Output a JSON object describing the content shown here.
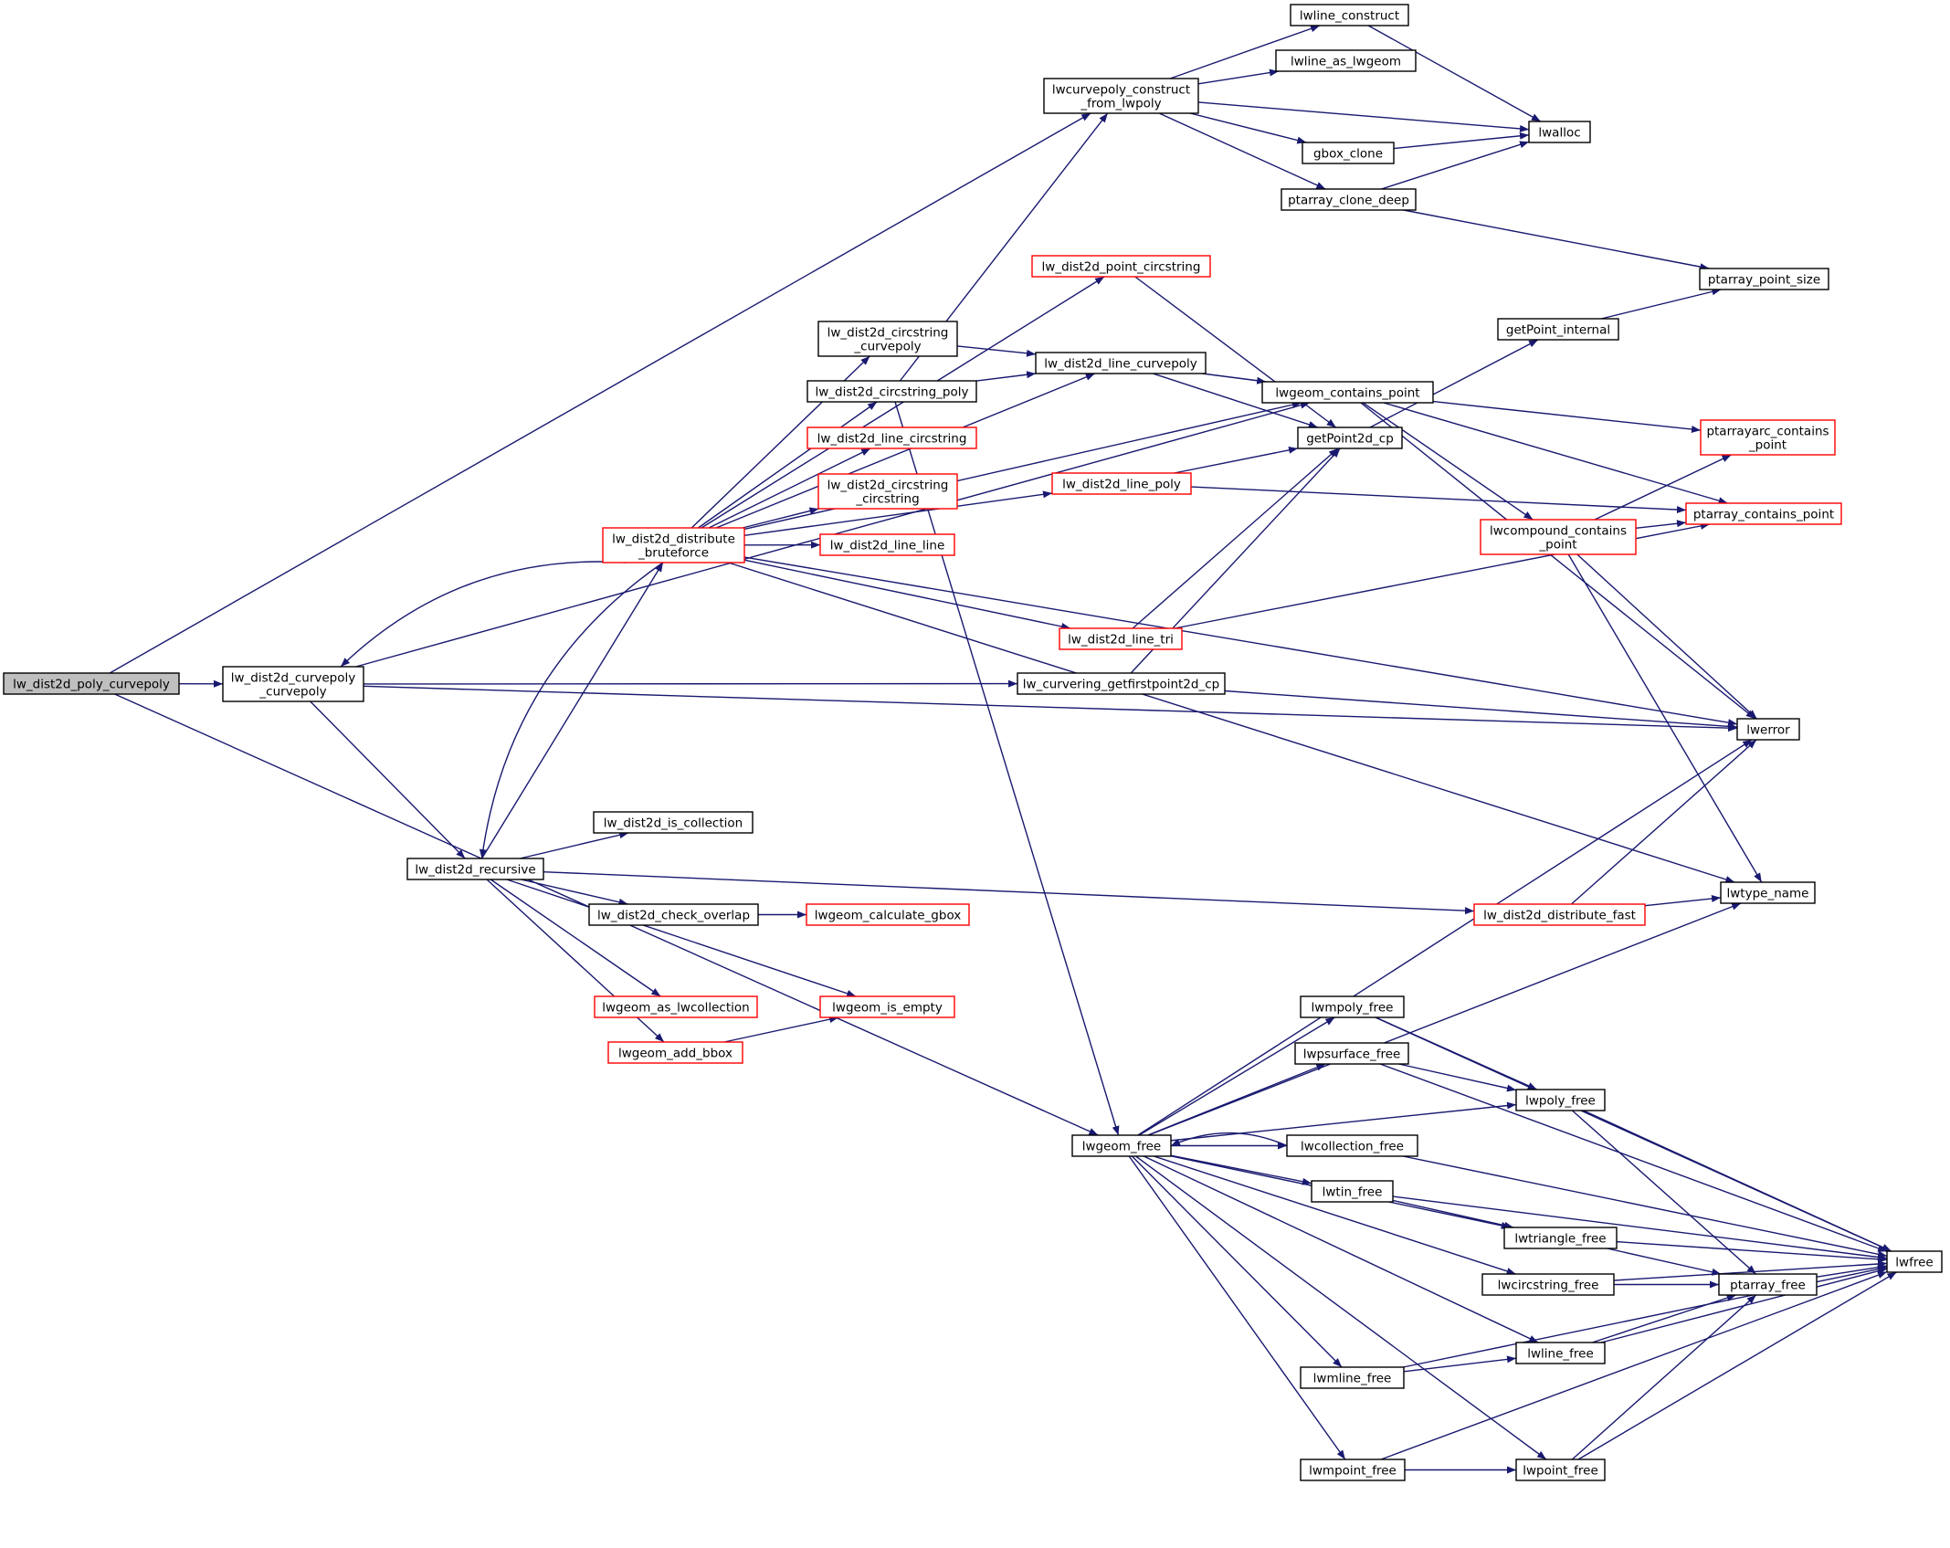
{
  "colors": {
    "edge": "#191970",
    "node_border_normal": "#000000",
    "node_border_truncated": "#ff0000",
    "node_fill_root": "#bfbfbf",
    "node_fill": "#ffffff"
  },
  "nodes": [
    {
      "id": "lw_dist2d_poly_curvepoly",
      "lines": [
        "lw_dist2d_poly_curvepoly"
      ],
      "kind": "root"
    },
    {
      "id": "lw_dist2d_curvepoly_curvepoly",
      "lines": [
        "lw_dist2d_curvepoly",
        "_curvepoly"
      ],
      "kind": "normal"
    },
    {
      "id": "lwcurvepoly_construct_from_lwpoly",
      "lines": [
        "lwcurvepoly_construct",
        "_from_lwpoly"
      ],
      "kind": "normal"
    },
    {
      "id": "lwline_construct",
      "lines": [
        "lwline_construct"
      ],
      "kind": "normal"
    },
    {
      "id": "lwline_as_lwgeom",
      "lines": [
        "lwline_as_lwgeom"
      ],
      "kind": "normal"
    },
    {
      "id": "lwalloc",
      "lines": [
        "lwalloc"
      ],
      "kind": "normal"
    },
    {
      "id": "gbox_clone",
      "lines": [
        "gbox_clone"
      ],
      "kind": "normal"
    },
    {
      "id": "ptarray_clone_deep",
      "lines": [
        "ptarray_clone_deep"
      ],
      "kind": "normal"
    },
    {
      "id": "ptarray_point_size",
      "lines": [
        "ptarray_point_size"
      ],
      "kind": "normal"
    },
    {
      "id": "lw_dist2d_point_circstring",
      "lines": [
        "lw_dist2d_point_circstring"
      ],
      "kind": "truncated"
    },
    {
      "id": "getPoint_internal",
      "lines": [
        "getPoint_internal"
      ],
      "kind": "normal"
    },
    {
      "id": "lw_dist2d_circstring_curvepoly",
      "lines": [
        "lw_dist2d_circstring",
        "_curvepoly"
      ],
      "kind": "normal"
    },
    {
      "id": "lw_dist2d_line_curvepoly",
      "lines": [
        "lw_dist2d_line_curvepoly"
      ],
      "kind": "normal"
    },
    {
      "id": "lw_dist2d_circstring_poly",
      "lines": [
        "lw_dist2d_circstring_poly"
      ],
      "kind": "normal"
    },
    {
      "id": "lwgeom_contains_point",
      "lines": [
        "lwgeom_contains_point"
      ],
      "kind": "normal"
    },
    {
      "id": "getPoint2d_cp",
      "lines": [
        "getPoint2d_cp"
      ],
      "kind": "normal"
    },
    {
      "id": "ptarrayarc_contains_point",
      "lines": [
        "ptarrayarc_contains",
        "_point"
      ],
      "kind": "truncated"
    },
    {
      "id": "lw_dist2d_line_circstring",
      "lines": [
        "lw_dist2d_line_circstring"
      ],
      "kind": "truncated"
    },
    {
      "id": "lw_dist2d_line_poly",
      "lines": [
        "lw_dist2d_line_poly"
      ],
      "kind": "truncated"
    },
    {
      "id": "lw_dist2d_circstring_circstring",
      "lines": [
        "lw_dist2d_circstring",
        "_circstring"
      ],
      "kind": "truncated"
    },
    {
      "id": "ptarray_contains_point",
      "lines": [
        "ptarray_contains_point"
      ],
      "kind": "truncated"
    },
    {
      "id": "lw_dist2d_distribute_bruteforce",
      "lines": [
        "lw_dist2d_distribute",
        "_bruteforce"
      ],
      "kind": "truncated"
    },
    {
      "id": "lw_dist2d_line_line",
      "lines": [
        "lw_dist2d_line_line"
      ],
      "kind": "truncated"
    },
    {
      "id": "lwcompound_contains_point",
      "lines": [
        "lwcompound_contains",
        "_point"
      ],
      "kind": "truncated"
    },
    {
      "id": "lw_dist2d_line_tri",
      "lines": [
        "lw_dist2d_line_tri"
      ],
      "kind": "truncated"
    },
    {
      "id": "lw_curvering_getfirstpoint2d_cp",
      "lines": [
        "lw_curvering_getfirstpoint2d_cp"
      ],
      "kind": "normal"
    },
    {
      "id": "lwerror",
      "lines": [
        "lwerror"
      ],
      "kind": "normal"
    },
    {
      "id": "lw_dist2d_is_collection",
      "lines": [
        "lw_dist2d_is_collection"
      ],
      "kind": "normal"
    },
    {
      "id": "lw_dist2d_recursive",
      "lines": [
        "lw_dist2d_recursive"
      ],
      "kind": "normal"
    },
    {
      "id": "lwtype_name",
      "lines": [
        "lwtype_name"
      ],
      "kind": "normal"
    },
    {
      "id": "lw_dist2d_distribute_fast",
      "lines": [
        "lw_dist2d_distribute_fast"
      ],
      "kind": "truncated"
    },
    {
      "id": "lw_dist2d_check_overlap",
      "lines": [
        "lw_dist2d_check_overlap"
      ],
      "kind": "normal"
    },
    {
      "id": "lwgeom_calculate_gbox",
      "lines": [
        "lwgeom_calculate_gbox"
      ],
      "kind": "truncated"
    },
    {
      "id": "lwgeom_as_lwcollection",
      "lines": [
        "lwgeom_as_lwcollection"
      ],
      "kind": "truncated"
    },
    {
      "id": "lwgeom_is_empty",
      "lines": [
        "lwgeom_is_empty"
      ],
      "kind": "truncated"
    },
    {
      "id": "lwgeom_add_bbox",
      "lines": [
        "lwgeom_add_bbox"
      ],
      "kind": "truncated"
    },
    {
      "id": "lwmpoly_free",
      "lines": [
        "lwmpoly_free"
      ],
      "kind": "normal"
    },
    {
      "id": "lwpsurface_free",
      "lines": [
        "lwpsurface_free"
      ],
      "kind": "normal"
    },
    {
      "id": "lwpoly_free",
      "lines": [
        "lwpoly_free"
      ],
      "kind": "normal"
    },
    {
      "id": "lwgeom_free",
      "lines": [
        "lwgeom_free"
      ],
      "kind": "normal"
    },
    {
      "id": "lwcollection_free",
      "lines": [
        "lwcollection_free"
      ],
      "kind": "normal"
    },
    {
      "id": "lwtin_free",
      "lines": [
        "lwtin_free"
      ],
      "kind": "normal"
    },
    {
      "id": "lwtriangle_free",
      "lines": [
        "lwtriangle_free"
      ],
      "kind": "normal"
    },
    {
      "id": "lwfree",
      "lines": [
        "lwfree"
      ],
      "kind": "normal"
    },
    {
      "id": "lwcircstring_free",
      "lines": [
        "lwcircstring_free"
      ],
      "kind": "normal"
    },
    {
      "id": "ptarray_free",
      "lines": [
        "ptarray_free"
      ],
      "kind": "normal"
    },
    {
      "id": "lwline_free",
      "lines": [
        "lwline_free"
      ],
      "kind": "normal"
    },
    {
      "id": "lwmline_free",
      "lines": [
        "lwmline_free"
      ],
      "kind": "normal"
    },
    {
      "id": "lwmpoint_free",
      "lines": [
        "lwmpoint_free"
      ],
      "kind": "normal"
    },
    {
      "id": "lwpoint_free",
      "lines": [
        "lwpoint_free"
      ],
      "kind": "normal"
    }
  ],
  "edges": [
    [
      "lw_dist2d_poly_curvepoly",
      "lw_dist2d_curvepoly_curvepoly"
    ],
    [
      "lw_dist2d_poly_curvepoly",
      "lwcurvepoly_construct_from_lwpoly"
    ],
    [
      "lw_dist2d_poly_curvepoly",
      "lwgeom_free"
    ],
    [
      "lwcurvepoly_construct_from_lwpoly",
      "lwline_construct"
    ],
    [
      "lwcurvepoly_construct_from_lwpoly",
      "lwline_as_lwgeom"
    ],
    [
      "lwcurvepoly_construct_from_lwpoly",
      "lwalloc"
    ],
    [
      "lwcurvepoly_construct_from_lwpoly",
      "gbox_clone"
    ],
    [
      "lwcurvepoly_construct_from_lwpoly",
      "ptarray_clone_deep"
    ],
    [
      "lwline_construct",
      "lwalloc"
    ],
    [
      "gbox_clone",
      "lwalloc"
    ],
    [
      "ptarray_clone_deep",
      "lwalloc"
    ],
    [
      "ptarray_clone_deep",
      "ptarray_point_size"
    ],
    [
      "getPoint_internal",
      "ptarray_point_size"
    ],
    [
      "lw_dist2d_curvepoly_curvepoly",
      "lwgeom_contains_point"
    ],
    [
      "lw_dist2d_curvepoly_curvepoly",
      "lw_curvering_getfirstpoint2d_cp"
    ],
    [
      "lw_dist2d_curvepoly_curvepoly",
      "lwerror"
    ],
    [
      "lw_dist2d_curvepoly_curvepoly",
      "lw_dist2d_recursive"
    ],
    [
      "lw_dist2d_recursive",
      "lw_dist2d_distribute_bruteforce"
    ],
    [
      "lw_dist2d_recursive",
      "lw_dist2d_is_collection"
    ],
    [
      "lw_dist2d_recursive",
      "lw_dist2d_distribute_fast"
    ],
    [
      "lw_dist2d_recursive",
      "lw_dist2d_check_overlap"
    ],
    [
      "lw_dist2d_recursive",
      "lwgeom_as_lwcollection"
    ],
    [
      "lw_dist2d_recursive",
      "lwgeom_is_empty"
    ],
    [
      "lw_dist2d_recursive",
      "lwgeom_add_bbox"
    ],
    [
      "lwgeom_add_bbox",
      "lwgeom_is_empty"
    ],
    [
      "lw_dist2d_check_overlap",
      "lwgeom_calculate_gbox"
    ],
    [
      "lw_dist2d_distribute_bruteforce",
      "lw_dist2d_curvepoly_curvepoly"
    ],
    [
      "lw_dist2d_distribute_bruteforce",
      "lw_dist2d_recursive"
    ],
    [
      "lw_dist2d_distribute_bruteforce",
      "lw_dist2d_point_circstring"
    ],
    [
      "lw_dist2d_distribute_bruteforce",
      "lw_dist2d_line_curvepoly"
    ],
    [
      "lw_dist2d_distribute_bruteforce",
      "lw_dist2d_circstring_curvepoly"
    ],
    [
      "lw_dist2d_distribute_bruteforce",
      "lw_dist2d_circstring_poly"
    ],
    [
      "lw_dist2d_distribute_bruteforce",
      "lw_dist2d_line_circstring"
    ],
    [
      "lw_dist2d_distribute_bruteforce",
      "lw_dist2d_circstring_circstring"
    ],
    [
      "lw_dist2d_distribute_bruteforce",
      "lw_dist2d_line_line"
    ],
    [
      "lw_dist2d_distribute_bruteforce",
      "lw_dist2d_line_poly"
    ],
    [
      "lw_dist2d_distribute_bruteforce",
      "lw_dist2d_line_tri"
    ],
    [
      "lw_dist2d_distribute_bruteforce",
      "lwerror"
    ],
    [
      "lw_dist2d_distribute_bruteforce",
      "lwtype_name"
    ],
    [
      "lw_dist2d_distribute_bruteforce",
      "lwgeom_contains_point"
    ],
    [
      "lw_dist2d_circstring_curvepoly",
      "lw_dist2d_line_curvepoly"
    ],
    [
      "lw_dist2d_circstring_poly",
      "lw_dist2d_line_curvepoly"
    ],
    [
      "lw_dist2d_circstring_poly",
      "lwcurvepoly_construct_from_lwpoly"
    ],
    [
      "lw_dist2d_circstring_poly",
      "lwgeom_free"
    ],
    [
      "lw_dist2d_line_curvepoly",
      "lwgeom_contains_point"
    ],
    [
      "lw_dist2d_line_curvepoly",
      "getPoint2d_cp"
    ],
    [
      "lw_dist2d_point_circstring",
      "getPoint2d_cp"
    ],
    [
      "lw_dist2d_line_poly",
      "getPoint2d_cp"
    ],
    [
      "lw_dist2d_line_poly",
      "ptarray_contains_point"
    ],
    [
      "lw_dist2d_line_tri",
      "getPoint2d_cp"
    ],
    [
      "lw_dist2d_line_tri",
      "ptarray_contains_point"
    ],
    [
      "lw_curvering_getfirstpoint2d_cp",
      "getPoint2d_cp"
    ],
    [
      "lw_curvering_getfirstpoint2d_cp",
      "lwerror"
    ],
    [
      "getPoint2d_cp",
      "getPoint_internal"
    ],
    [
      "lwgeom_contains_point",
      "ptarrayarc_contains_point"
    ],
    [
      "lwgeom_contains_point",
      "ptarray_contains_point"
    ],
    [
      "lwgeom_contains_point",
      "lwcompound_contains_point"
    ],
    [
      "lwgeom_contains_point",
      "lwerror"
    ],
    [
      "lwcompound_contains_point",
      "ptarrayarc_contains_point"
    ],
    [
      "lwcompound_contains_point",
      "ptarray_contains_point"
    ],
    [
      "lwcompound_contains_point",
      "lwerror"
    ],
    [
      "lwcompound_contains_point",
      "lwtype_name"
    ],
    [
      "lw_dist2d_distribute_fast",
      "lwerror"
    ],
    [
      "lw_dist2d_distribute_fast",
      "lwtype_name"
    ],
    [
      "lwgeom_free",
      "lwerror"
    ],
    [
      "lwgeom_free",
      "lwtype_name"
    ],
    [
      "lwgeom_free",
      "lwmpoly_free"
    ],
    [
      "lwgeom_free",
      "lwpsurface_free"
    ],
    [
      "lwgeom_free",
      "lwpoly_free"
    ],
    [
      "lwgeom_free",
      "lwcollection_free"
    ],
    [
      "lwgeom_free",
      "lwtin_free"
    ],
    [
      "lwgeom_free",
      "lwtriangle_free"
    ],
    [
      "lwgeom_free",
      "lwcircstring_free"
    ],
    [
      "lwgeom_free",
      "lwline_free"
    ],
    [
      "lwgeom_free",
      "lwmline_free"
    ],
    [
      "lwgeom_free",
      "lwpoint_free"
    ],
    [
      "lwgeom_free",
      "lwmpoint_free"
    ],
    [
      "lwcollection_free",
      "lwgeom_free"
    ],
    [
      "lwcollection_free",
      "lwfree"
    ],
    [
      "lwmpoly_free",
      "lwpoly_free"
    ],
    [
      "lwmpoly_free",
      "lwfree"
    ],
    [
      "lwpsurface_free",
      "lwpoly_free"
    ],
    [
      "lwpsurface_free",
      "lwfree"
    ],
    [
      "lwpoly_free",
      "ptarray_free"
    ],
    [
      "lwpoly_free",
      "lwfree"
    ],
    [
      "lwtin_free",
      "lwtriangle_free"
    ],
    [
      "lwtin_free",
      "lwfree"
    ],
    [
      "lwtriangle_free",
      "ptarray_free"
    ],
    [
      "lwtriangle_free",
      "lwfree"
    ],
    [
      "lwcircstring_free",
      "ptarray_free"
    ],
    [
      "lwcircstring_free",
      "lwfree"
    ],
    [
      "ptarray_free",
      "lwfree"
    ],
    [
      "lwline_free",
      "ptarray_free"
    ],
    [
      "lwline_free",
      "lwfree"
    ],
    [
      "lwmline_free",
      "lwline_free"
    ],
    [
      "lwmline_free",
      "lwfree"
    ],
    [
      "lwmpoint_free",
      "lwpoint_free"
    ],
    [
      "lwmpoint_free",
      "lwfree"
    ],
    [
      "lwpoint_free",
      "ptarray_free"
    ],
    [
      "lwpoint_free",
      "lwfree"
    ]
  ]
}
